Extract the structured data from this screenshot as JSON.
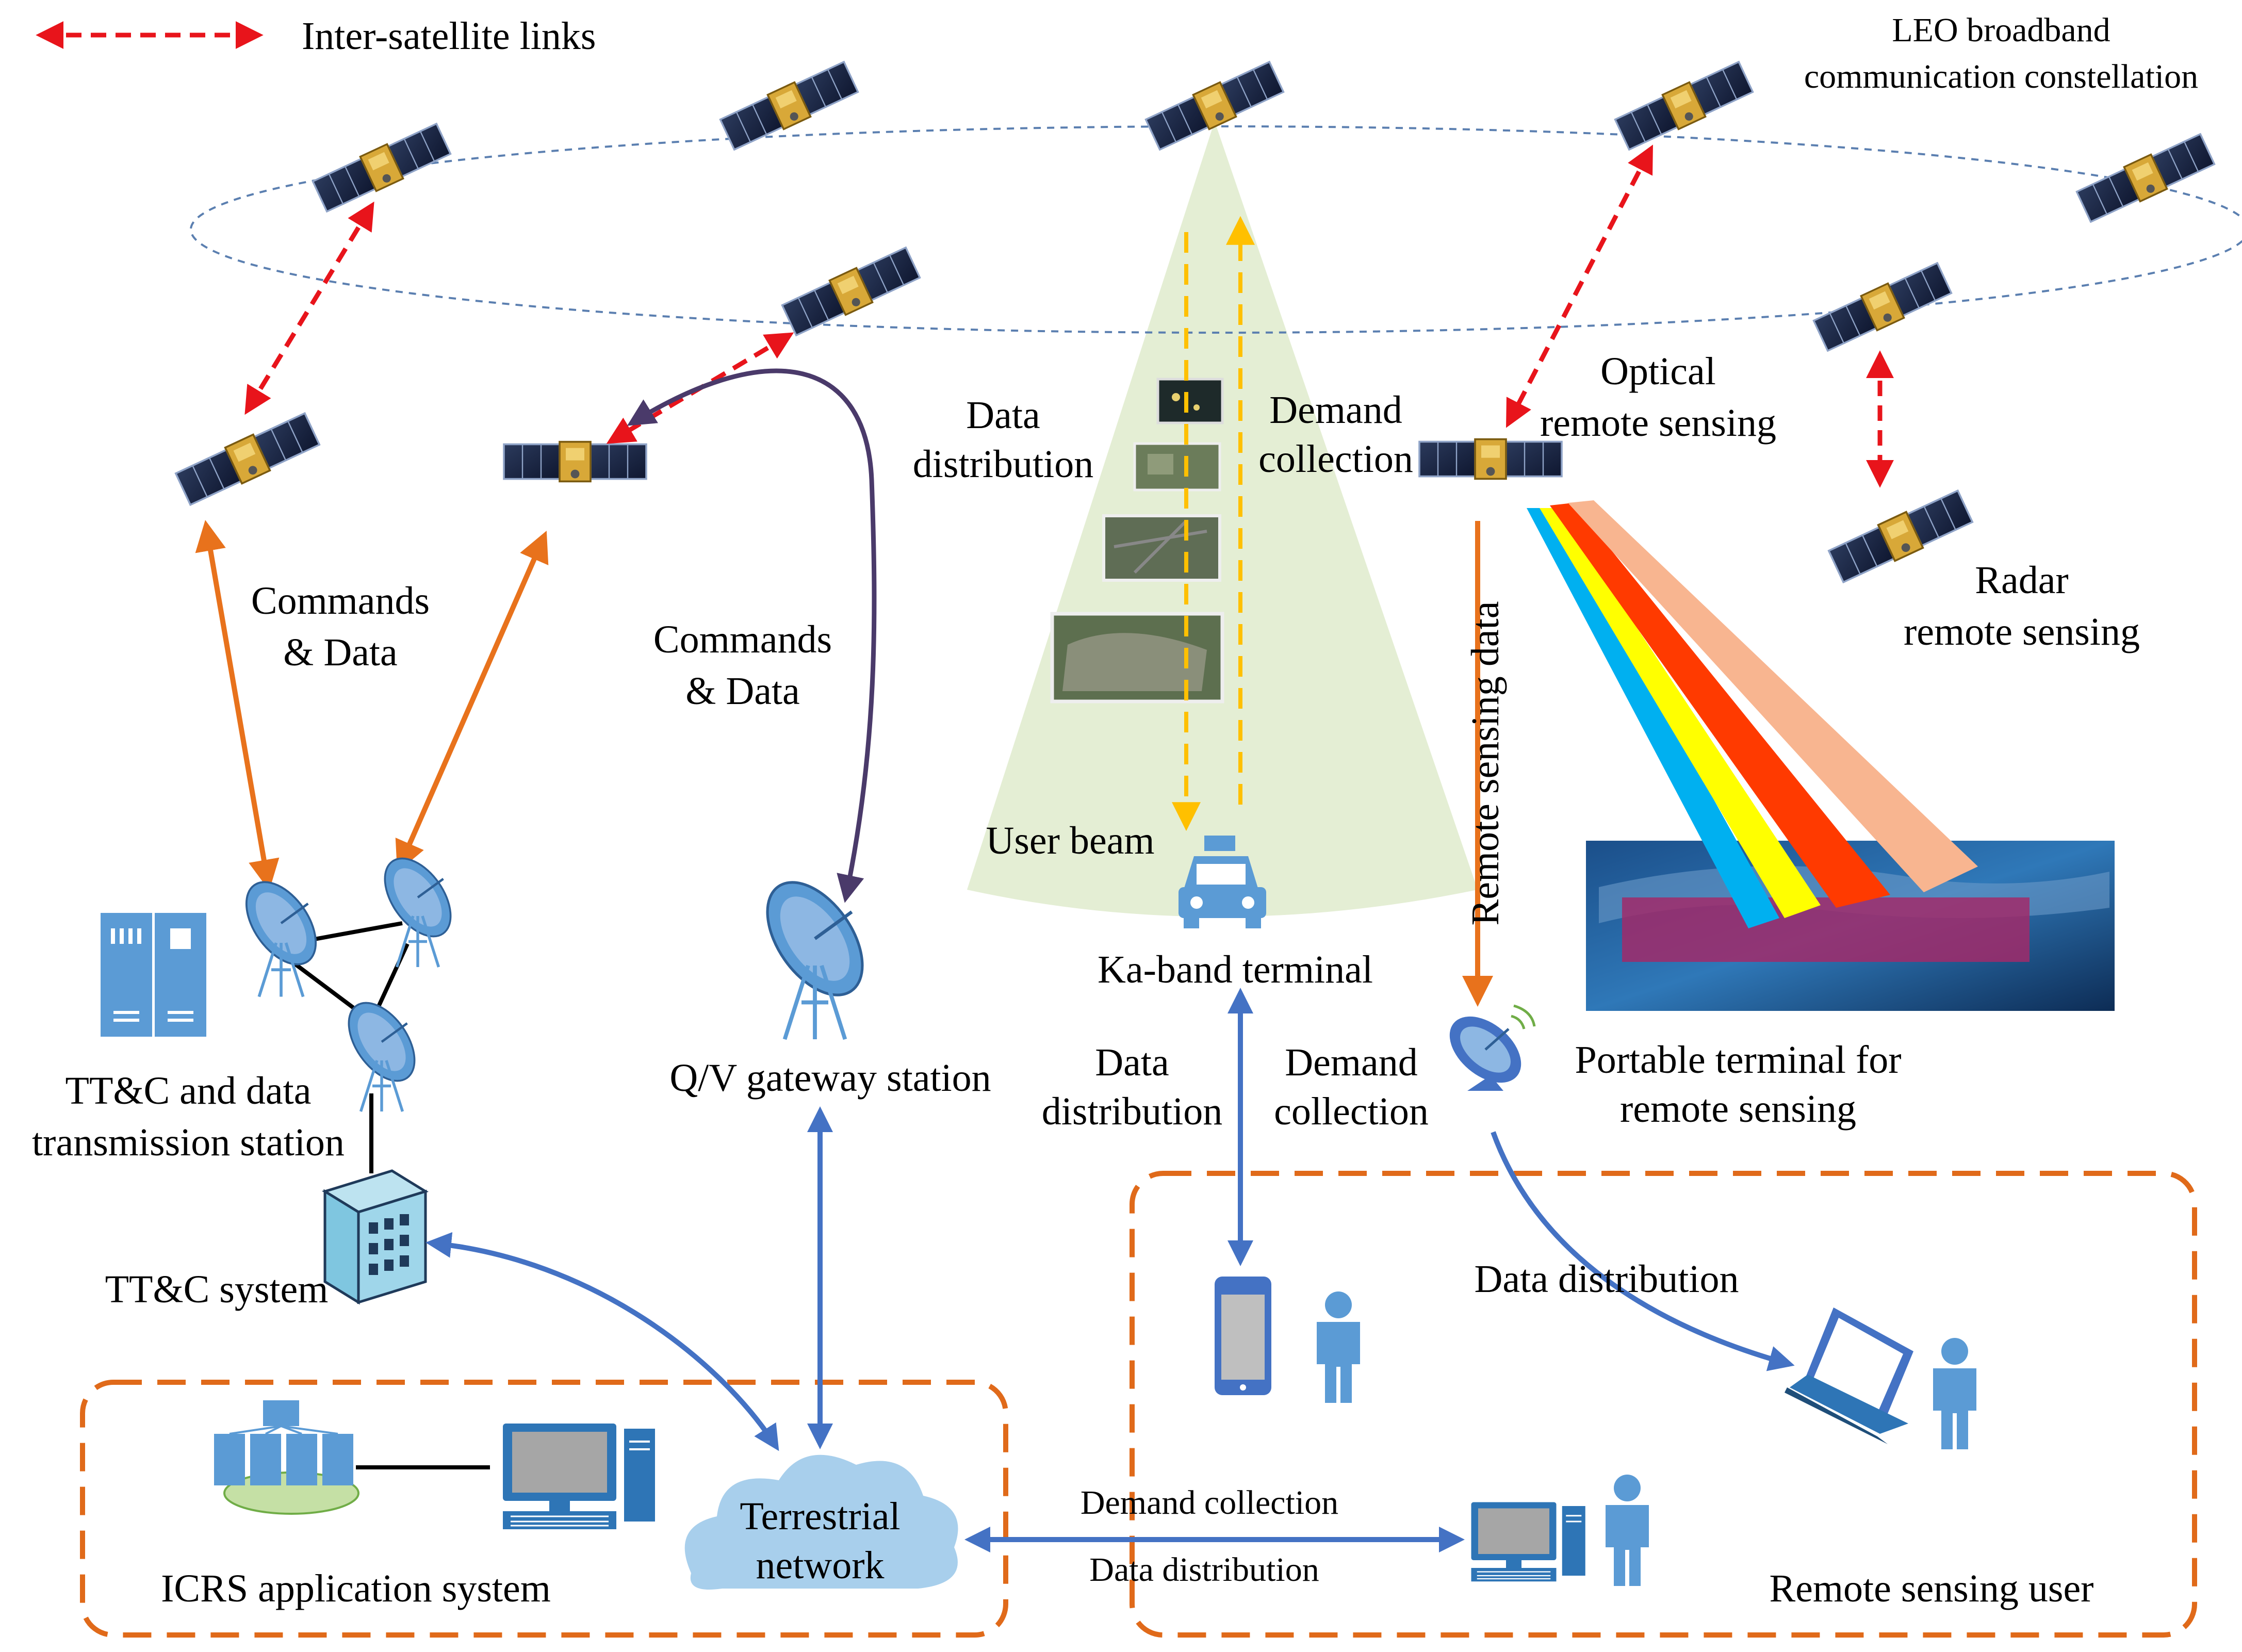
{
  "legend": {
    "inter_satellite_links": "Inter-satellite links"
  },
  "constellation": {
    "line1": "LEO broadband",
    "line2": "communication constellation"
  },
  "links": {
    "commands_data_left": [
      "Commands",
      "& Data"
    ],
    "commands_data_mid": [
      "Commands",
      "& Data"
    ],
    "data_distribution_beam": [
      "Data",
      "distribution"
    ],
    "demand_collection_beam": [
      "Demand",
      "collection"
    ],
    "user_beam": "User beam",
    "remote_sensing_data": "Remote sensing data",
    "data_distribution_ka": [
      "Data",
      "distribution"
    ],
    "demand_collection_ka": [
      "Demand",
      "collection"
    ],
    "data_distribution_portable": "Data distribution",
    "demand_collection_bottom": "Demand collection",
    "data_distribution_bottom": "Data distribution"
  },
  "satellites": {
    "optical": [
      "Optical",
      "remote sensing"
    ],
    "radar": [
      "Radar",
      "remote sensing"
    ]
  },
  "ground": {
    "ttc_station": [
      "TT&C and data",
      "transmission station"
    ],
    "ttc_system": "TT&C system",
    "qv_gateway": "Q/V gateway station",
    "ka_terminal": "Ka-band terminal",
    "portable_terminal": [
      "Portable terminal for",
      "remote sensing"
    ],
    "terrestrial_network": [
      "Terrestrial",
      "network"
    ],
    "icrs_system": "ICRS application system",
    "remote_sensing_user": "Remote sensing user"
  },
  "colors": {
    "isl": "#e8141b",
    "ttc_link": "#e8721c",
    "gateway_link": "#4a3a6a",
    "ground_link": "#4472c4",
    "beam_arrow": "#ffc000",
    "box_border": "#e06a1a",
    "beam_fill": "#e4eed4"
  }
}
